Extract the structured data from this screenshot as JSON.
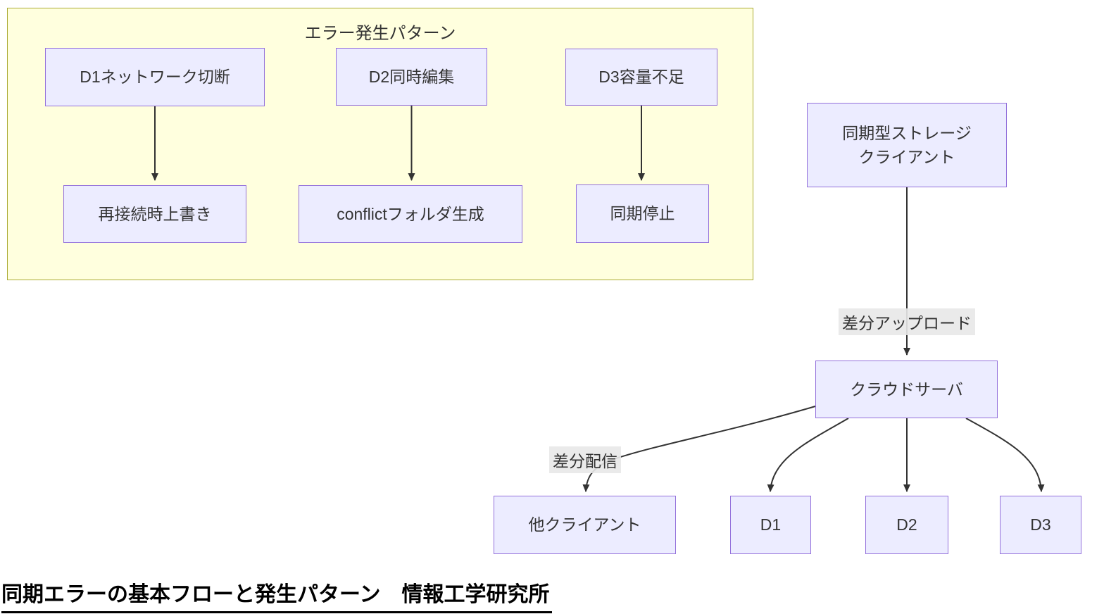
{
  "diagram": {
    "cluster_title": "エラー発生パターン",
    "nodes": {
      "d1_cause": "D1ネットワーク切断",
      "d2_cause": "D2同時編集",
      "d3_cause": "D3容量不足",
      "d1_effect": "再接続時上書き",
      "d2_effect": "conflictフォルダ生成",
      "d3_effect": "同期停止",
      "client": "同期型ストレージ\nクライアント",
      "server": "クラウドサーバ",
      "other_client": "他クライアント",
      "dev1": "D1",
      "dev2": "D2",
      "dev3": "D3"
    },
    "edge_labels": {
      "upload": "差分アップロード",
      "deliver": "差分配信"
    },
    "caption": "同期エラーの基本フローと発生パターン　情報工学研究所",
    "colors": {
      "node_fill": "#ECECFF",
      "node_border": "#9370DB",
      "cluster_fill": "#FFFFDE",
      "cluster_border": "#AAAA33",
      "edge": "#333333",
      "edge_label_bg": "#E8E8E8",
      "text": "#333333",
      "caption_color": "#000000"
    }
  }
}
